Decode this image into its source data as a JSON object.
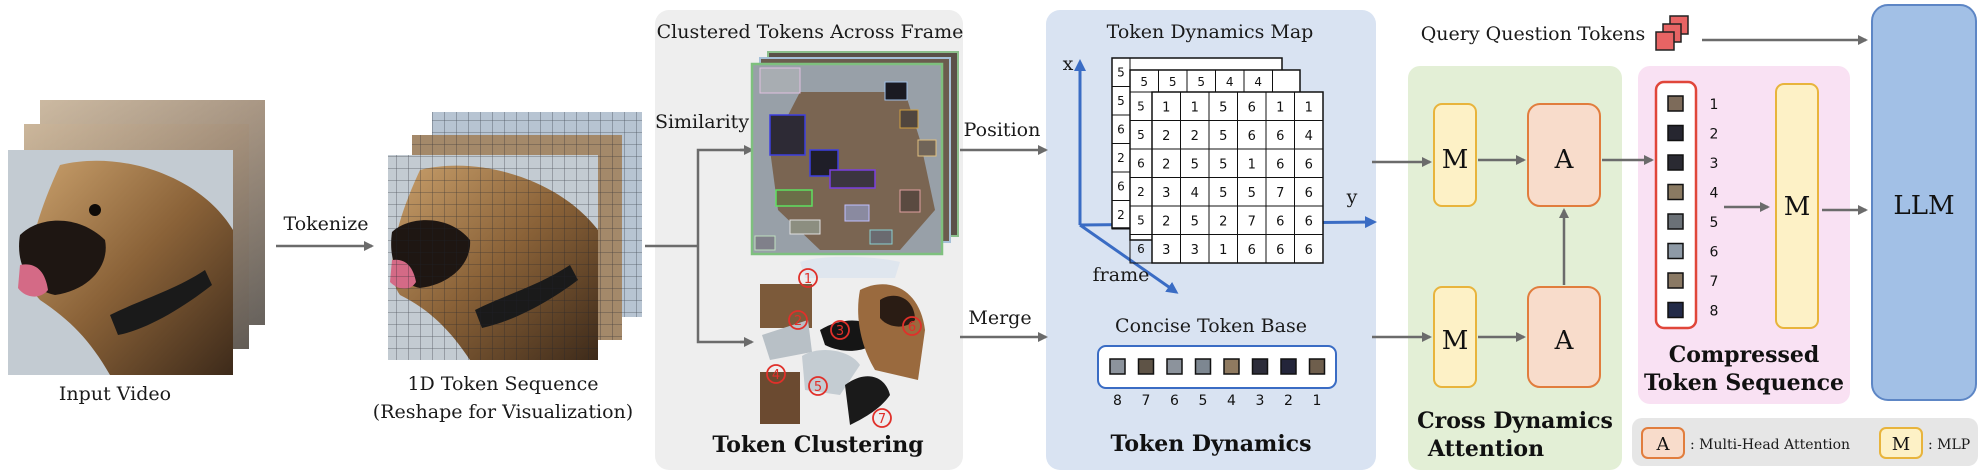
{
  "input_video": {
    "label": "Input Video"
  },
  "tokenize": {
    "label": "Tokenize"
  },
  "token_sequence": {
    "line1": "1D Token Sequence",
    "line2": "(Reshape for Visualization)"
  },
  "clustering": {
    "header": "Clustered Tokens Across Frame",
    "similarity": "Similarity",
    "title": "Token Clustering",
    "cluster_labels": [
      "1",
      "2",
      "3",
      "4",
      "5",
      "6",
      "7"
    ]
  },
  "arrows": {
    "position": "Position",
    "merge": "Merge"
  },
  "dynamics": {
    "map_title": "Token Dynamics Map",
    "axis_x": "x",
    "axis_y": "y",
    "axis_frame": "frame",
    "grid": [
      [
        "1",
        "1",
        "5",
        "6",
        "1",
        "1"
      ],
      [
        "2",
        "2",
        "5",
        "6",
        "6",
        "4"
      ],
      [
        "2",
        "5",
        "5",
        "1",
        "6",
        "6"
      ],
      [
        "3",
        "4",
        "5",
        "5",
        "7",
        "6"
      ],
      [
        "2",
        "5",
        "2",
        "7",
        "6",
        "6"
      ],
      [
        "3",
        "3",
        "1",
        "6",
        "6",
        "6"
      ]
    ],
    "back_grid_row": [
      "5",
      "5",
      "5",
      "4",
      "4"
    ],
    "back_grid_col": [
      "5",
      "5",
      "6",
      "2",
      "5",
      "6"
    ],
    "back_grid_col2": [
      "5",
      "5",
      "6",
      "2",
      "6",
      "2"
    ],
    "base_title": "Concise Token Base",
    "base_colors": [
      "#8c939c",
      "#5e5346",
      "#8c939c",
      "#7d8791",
      "#8f7a60",
      "#2c2c3a",
      "#23253a",
      "#6e5e4c"
    ],
    "base_labels": [
      "8",
      "7",
      "6",
      "5",
      "4",
      "3",
      "2",
      "1"
    ],
    "title": "Token Dynamics"
  },
  "cross": {
    "m_label": "M",
    "a_label": "A",
    "title_line1": "Cross Dynamics",
    "title_line2": "Attention"
  },
  "query": {
    "label": "Query Question Tokens"
  },
  "compressed": {
    "token_colors": [
      "#7d6b5a",
      "#262630",
      "#2a2a32",
      "#8a7a62",
      "#6b7177",
      "#8e9aa6",
      "#8a7964",
      "#222a48"
    ],
    "token_labels": [
      "1",
      "2",
      "3",
      "4",
      "5",
      "6",
      "7",
      "8"
    ],
    "m_label": "M",
    "title_line1": "Compressed",
    "title_line2": "Token Sequence"
  },
  "llm": {
    "label": "LLM"
  },
  "legend": {
    "a_label": "A",
    "a_text": ": Multi-Head Attention",
    "m_label": "M",
    "m_text": ": MLP"
  }
}
